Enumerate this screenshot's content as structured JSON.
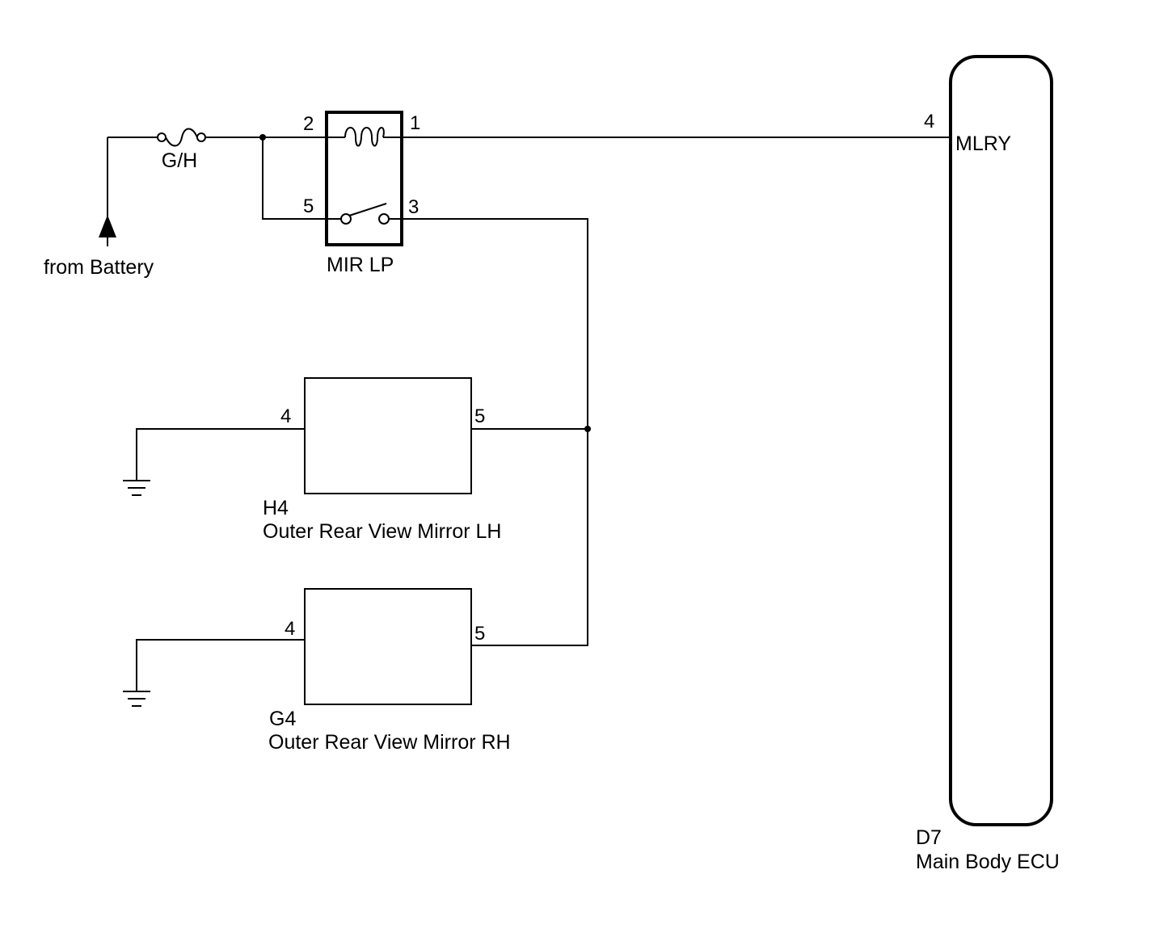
{
  "power": {
    "fuse_label": "G/H",
    "source_label": "from Battery"
  },
  "relay": {
    "name": "MIR LP",
    "pin_coil_in": "2",
    "pin_coil_out": "1",
    "pin_switch_in": "5",
    "pin_switch_out": "3"
  },
  "mirror_lh": {
    "code": "H4",
    "name": "Outer Rear View Mirror LH",
    "pin_ground": "4",
    "pin_power": "5"
  },
  "mirror_rh": {
    "code": "G4",
    "name": "Outer Rear View Mirror RH",
    "pin_ground": "4",
    "pin_power": "5"
  },
  "ecu": {
    "code": "D7",
    "name": "Main Body ECU",
    "pin_number": "4",
    "pin_signal": "MLRY"
  },
  "icons": [
    "fuse-icon",
    "relay-coil-icon",
    "relay-switch-icon",
    "ground-icon",
    "power-source-arrow-icon"
  ]
}
